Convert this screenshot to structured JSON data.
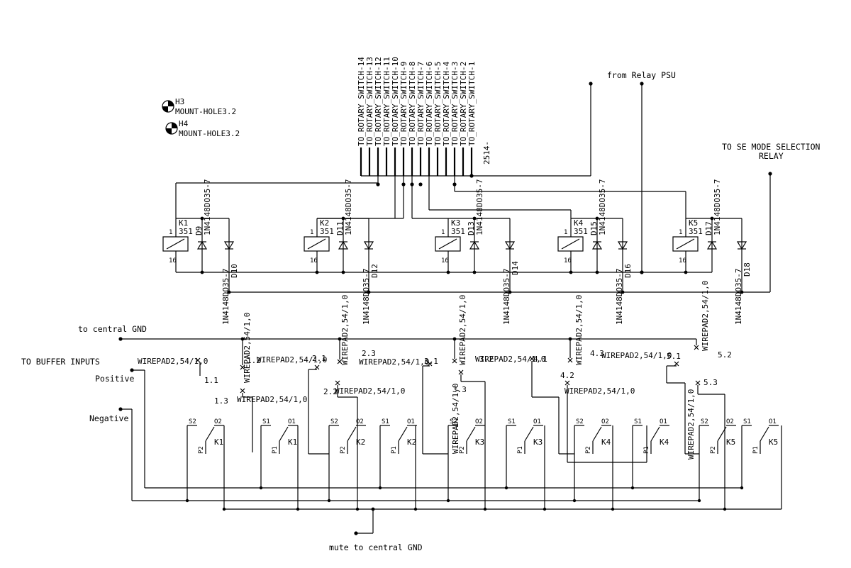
{
  "header_pins": [
    "TO_ROTARY_SWITCH-14",
    "TO_ROTARY_SWITCH-13",
    "TO_ROTARY_SWITCH-12",
    "TO_ROTARY_SWITCH-11",
    "TO_ROTARY_SWITCH-10",
    "TO_ROTARY_SWITCH-9",
    "TO_ROTARY_SWITCH-8",
    "TO_ROTARY_SWITCH-7",
    "TO_ROTARY_SWITCH-6",
    "TO_ROTARY_SWITCH-5",
    "TO_ROTARY_SWITCH-4",
    "TO_ROTARY_SWITCH-3",
    "TO_ROTARY_SWITCH-2",
    "TO_ROTARY_SWITCH-1"
  ],
  "header_part": "2514-",
  "labels": {
    "relay_psu": "from Relay PSU",
    "se_mode_line1": "TO SE MODE SELECTION",
    "se_mode_line2": "RELAY",
    "central_gnd": "to central GND",
    "buffer_inputs": "TO BUFFER INPUTS",
    "positive": "Positive",
    "negative": "Negative",
    "mute_gnd": "mute to central GND"
  },
  "mount_holes": [
    {
      "ref": "H3",
      "value": "MOUNT-HOLE3.2"
    },
    {
      "ref": "H4",
      "value": "MOUNT-HOLE3.2"
    }
  ],
  "relays": [
    {
      "ref": "K1",
      "value": "351",
      "pin1": "1",
      "pin16": "16",
      "diode_a": "D9",
      "diode_b": "D10"
    },
    {
      "ref": "K2",
      "value": "351",
      "pin1": "1",
      "pin16": "16",
      "diode_a": "D11",
      "diode_b": "D12"
    },
    {
      "ref": "K3",
      "value": "351",
      "pin1": "1",
      "pin16": "16",
      "diode_a": "D13",
      "diode_b": "D14"
    },
    {
      "ref": "K4",
      "value": "351",
      "pin1": "1",
      "pin16": "16",
      "diode_a": "D15",
      "diode_b": "D16"
    },
    {
      "ref": "K5",
      "value": "351",
      "pin1": "1",
      "pin16": "16",
      "diode_a": "D17",
      "diode_b": "D18"
    }
  ],
  "diode_value": "1N4148DO35-7",
  "wirepad_value": "WIREPAD2,54/1,0",
  "pad_refs": [
    "1.1",
    "1.2",
    "1.3",
    "2.1",
    "2.2",
    "2.3",
    "3.1",
    "3.2",
    "3.3",
    "4.1",
    "4.2",
    "4.3",
    "5.1",
    "5.2",
    "5.3"
  ],
  "contact_pins": {
    "s1": "S1",
    "s2": "S2",
    "o1": "O1",
    "o2": "O2",
    "p1": "P1",
    "p2": "P2"
  }
}
